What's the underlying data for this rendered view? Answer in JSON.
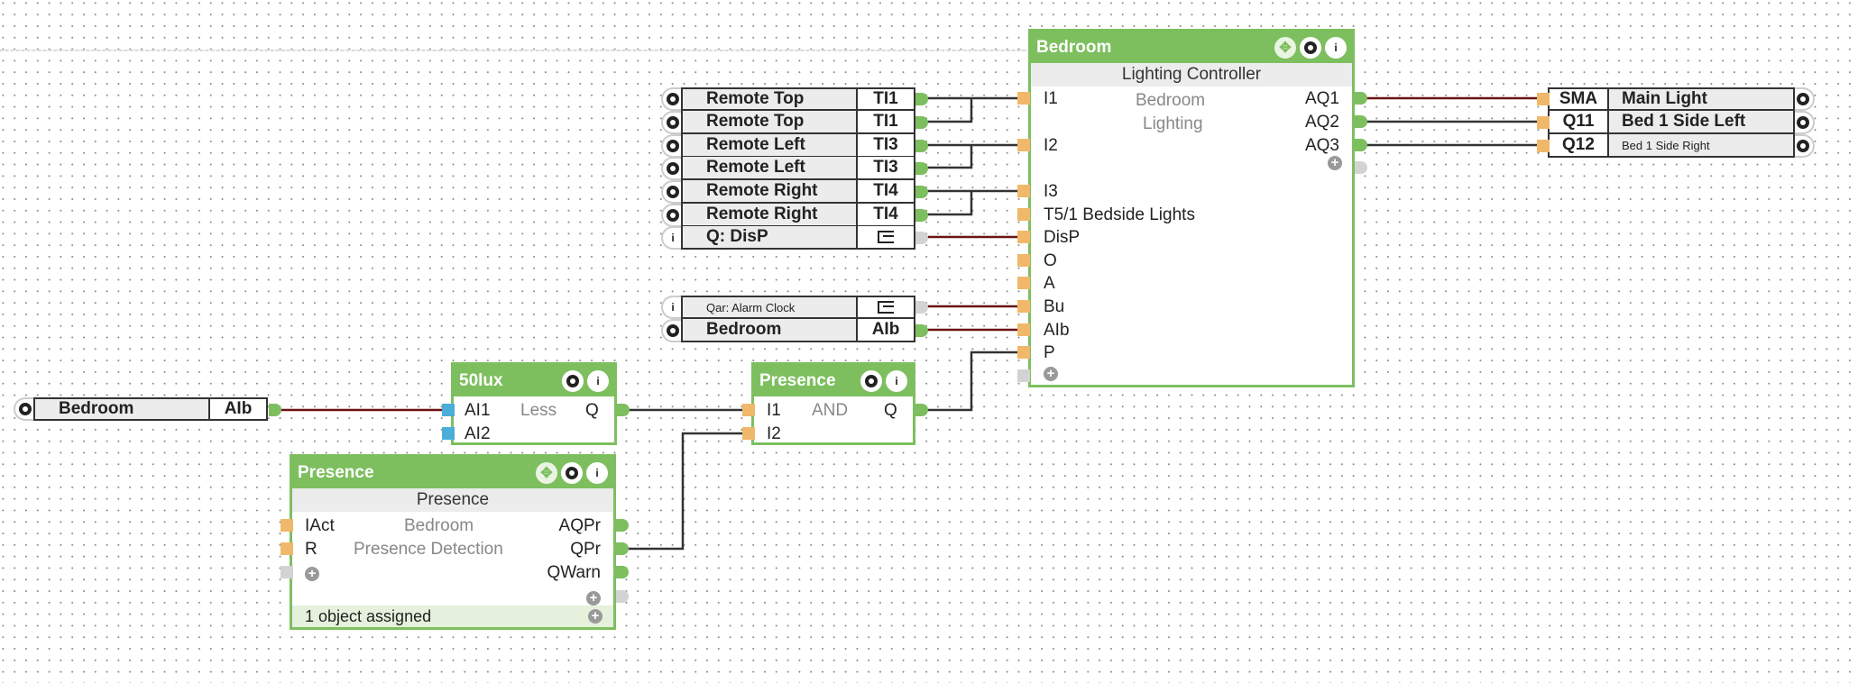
{
  "colors": {
    "block_green": "#7dbf5f",
    "wire_dark": "#333333",
    "wire_red": "#6b1212",
    "input_pin": "#f0b86a",
    "analog_pin": "#4aaed8"
  },
  "input_refs": [
    {
      "icon": "gear-icon",
      "name": "Remote Top",
      "addr": "TI1"
    },
    {
      "icon": "gear-icon",
      "name": "Remote Top",
      "addr": "TI1"
    },
    {
      "icon": "gear-icon",
      "name": "Remote Left",
      "addr": "TI3"
    },
    {
      "icon": "gear-icon",
      "name": "Remote Left",
      "addr": "TI3"
    },
    {
      "icon": "gear-icon",
      "name": "Remote Right",
      "addr": "TI4"
    },
    {
      "icon": "gear-icon",
      "name": "Remote Right",
      "addr": "TI4"
    },
    {
      "icon": "info-icon",
      "name": "Q: DisP",
      "addr": "exit-icon"
    },
    {
      "icon": "info-icon",
      "name": "Qar: Alarm Clock",
      "addr": "exit-icon"
    },
    {
      "icon": "gear-icon",
      "name": "Bedroom",
      "addr": "AIb"
    }
  ],
  "lux_input_ref": {
    "icon": "gear-icon",
    "name": "Bedroom",
    "addr": "AIb"
  },
  "output_refs": [
    {
      "addr": "SMA",
      "name": "Main Light"
    },
    {
      "addr": "Q11",
      "name": "Bed 1 Side Left"
    },
    {
      "addr": "Q12",
      "name": "Bed 1 Side Right"
    }
  ],
  "lighting_block": {
    "title": "Bedroom",
    "subtitle": "Lighting Controller",
    "desc1": "Bedroom",
    "desc2": "Lighting",
    "inputs": [
      "I1",
      "I2",
      "I3",
      "T5/1  Bedside Lights",
      "DisP",
      "O",
      "A",
      "Bu",
      "AIb",
      "P"
    ],
    "outputs": [
      "AQ1",
      "AQ2",
      "AQ3"
    ]
  },
  "lux_block": {
    "title": "50lux",
    "function": "Less",
    "inputs": [
      "AI1",
      "AI2"
    ],
    "output": "Q"
  },
  "and_block": {
    "title": "Presence",
    "function": "AND",
    "inputs": [
      "I1",
      "I2"
    ],
    "output": "Q"
  },
  "presence_block": {
    "title": "Presence",
    "subtitle": "Presence",
    "desc1": "Bedroom",
    "desc2": "Presence Detection",
    "inputs": [
      "IAct",
      "R"
    ],
    "outputs": [
      "AQPr",
      "QPr",
      "QWarn"
    ],
    "footer": "1 object assigned"
  }
}
